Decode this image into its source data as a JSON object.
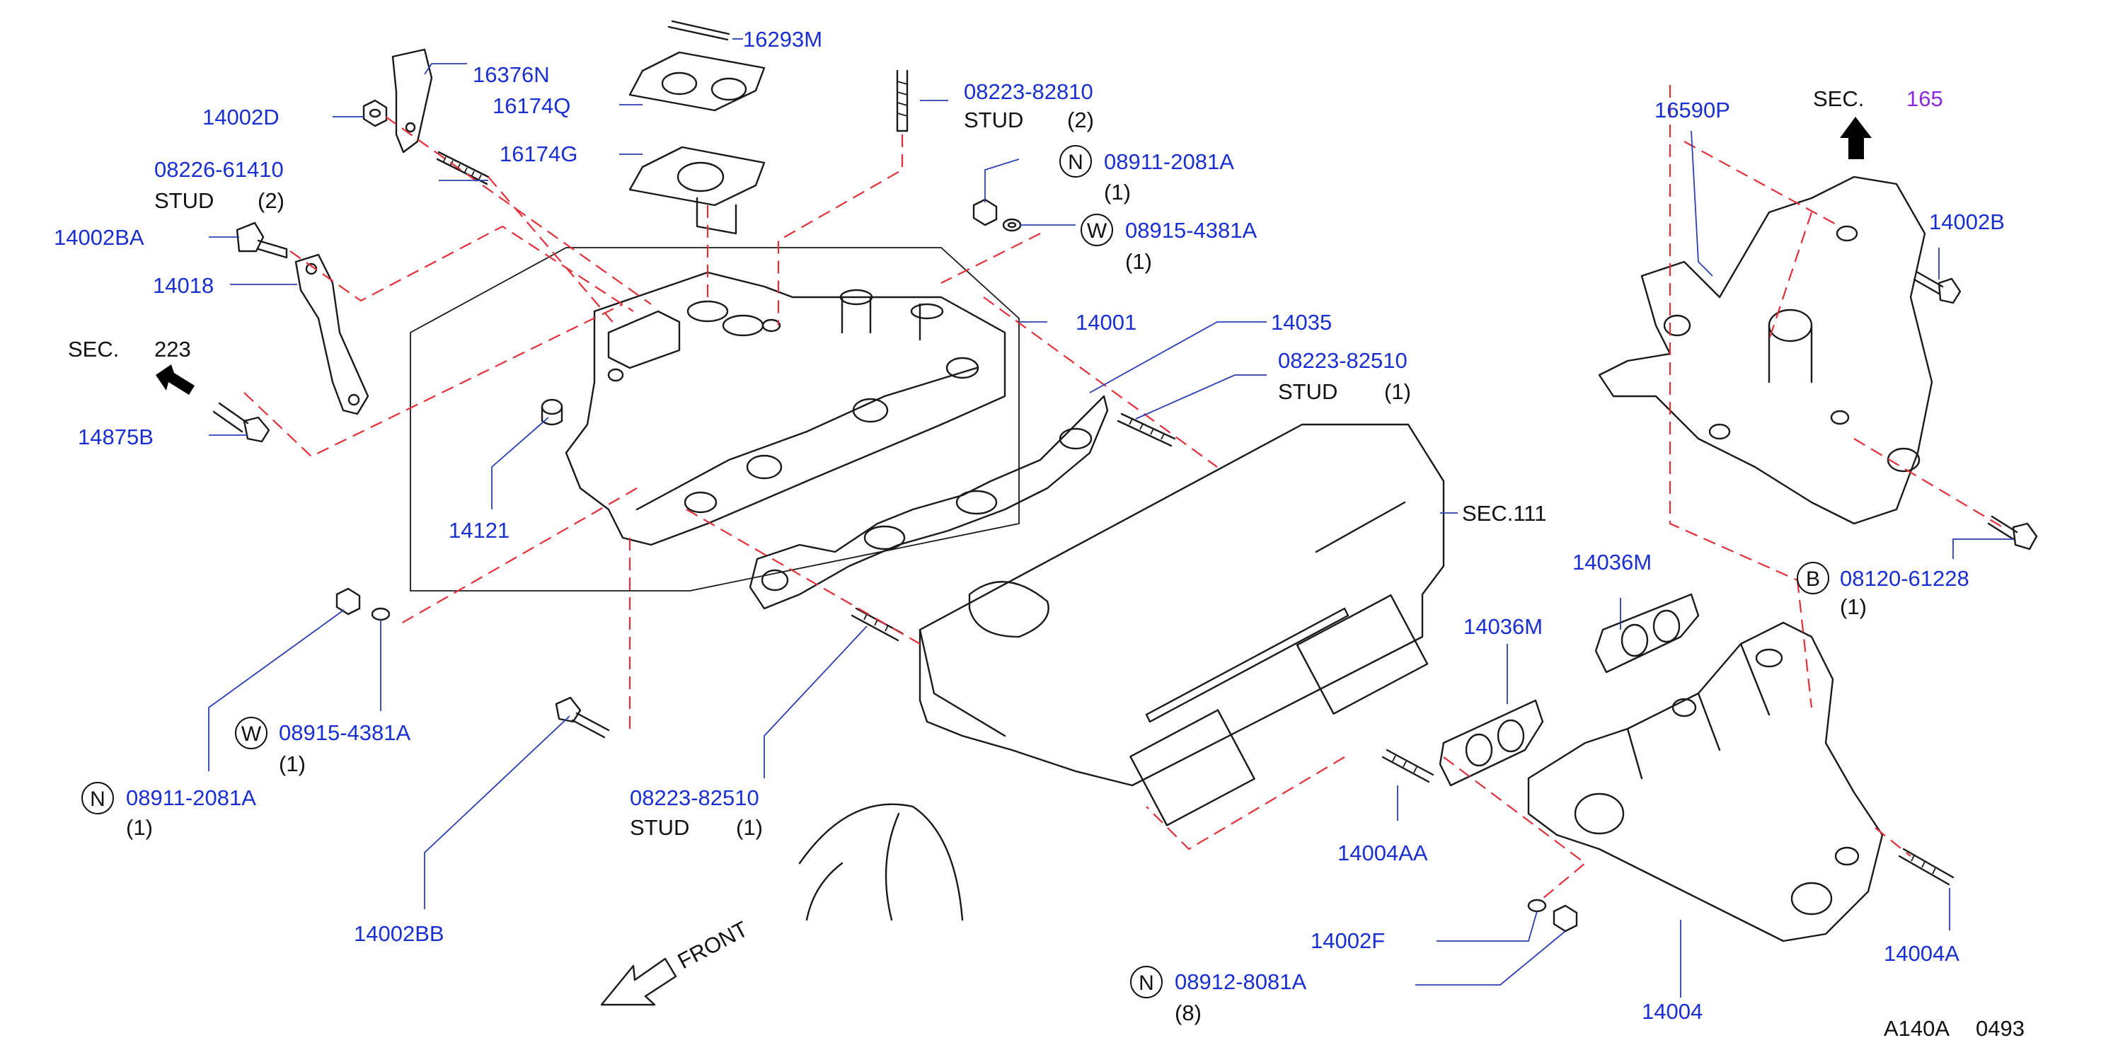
{
  "labels": {
    "p16293M": "16293M",
    "p16376N": "16376N",
    "p16174Q": "16174Q",
    "p16174G": "16174G",
    "p14002D": "14002D",
    "p08226_61410": "08226-61410",
    "stud_08226": "STUD",
    "qty_08226": "(2)",
    "p14002BA": "14002BA",
    "p14018": "14018",
    "sec223_prefix": "SEC.",
    "sec223_num": "223",
    "p14875B": "14875B",
    "p14121": "14121",
    "p08223_82810": "08223-82810",
    "stud_82810": "STUD",
    "qty_82810": "(2)",
    "sym_N1": "N",
    "p08911_2081A_top": "08911-2081A",
    "qty_08911_top": "(1)",
    "sym_W1": "W",
    "p08915_4381A_top": "08915-4381A",
    "qty_08915_top": "(1)",
    "p14001": "14001",
    "p14035": "14035",
    "p08223_82510_right": "08223-82510",
    "stud_82510_right": "STUD",
    "qty_82510_right": "(1)",
    "sec111": "SEC.111",
    "p16590P": "16590P",
    "sec165_prefix": "SEC.",
    "sec165_num": "165",
    "p14002B": "14002B",
    "sym_B": "B",
    "p08120_61228": "08120-61228",
    "qty_08120": "(1)",
    "p14036M_a": "14036M",
    "p14036M_b": "14036M",
    "sym_W2": "W",
    "p08915_4381A_left": "08915-4381A",
    "qty_08915_left": "(1)",
    "sym_N2": "N",
    "p08911_2081A_left": "08911-2081A",
    "qty_08911_left": "(1)",
    "p08223_82510_bottom": "08223-82510",
    "stud_82510_bottom": "STUD",
    "qty_82510_bottom": "(1)",
    "p14002BB": "14002BB",
    "front": "FRONT",
    "p14004AA": "14004AA",
    "p14002F": "14002F",
    "sym_N3": "N",
    "p08912_8081A": "08912-8081A",
    "qty_08912": "(8)",
    "p14004": "14004",
    "p14004A": "14004A",
    "ref_code": "A140A",
    "ref_num": "0493"
  },
  "colors": {
    "part_number": "#1a2fd0",
    "plain_text": "#111111",
    "section_link": "#8a2be2",
    "leader": "#2a3fb0",
    "dashed_guide": "#e0303a",
    "line_art": "#1a1a1a"
  }
}
